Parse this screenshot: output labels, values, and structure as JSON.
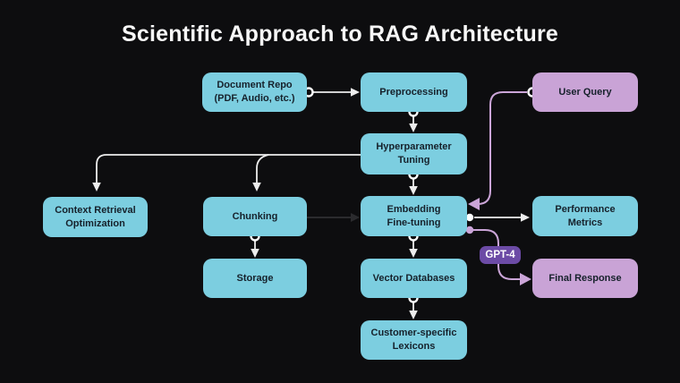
{
  "title": "Scientific Approach to RAG Architecture",
  "badge": {
    "label": "GPT-4"
  },
  "colors": {
    "background": "#0d0d0f",
    "node_cyan": "#7ccee0",
    "node_purple": "#c9a3d6",
    "badge_purple": "#6c4ba6",
    "wire_white": "#ededed",
    "wire_pink": "#cba5d8",
    "wire_dark": "#2b2b2e",
    "node_text": "#16212b",
    "title_text": "#f7f7f7"
  },
  "nodes": {
    "document_repo": {
      "label": "Document Repo\n(PDF, Audio, etc.)",
      "color": "cyan"
    },
    "preprocessing": {
      "label": "Preprocessing",
      "color": "cyan"
    },
    "user_query": {
      "label": "User Query",
      "color": "purple"
    },
    "hyperparameter_tuning": {
      "label": "Hyperparameter\nTuning",
      "color": "cyan"
    },
    "context_retrieval": {
      "label": "Context Retrieval\nOptimization",
      "color": "cyan"
    },
    "chunking": {
      "label": "Chunking",
      "color": "cyan"
    },
    "embedding_finetuning": {
      "label": "Embedding\nFine-tuning",
      "color": "cyan"
    },
    "performance_metrics": {
      "label": "Performance\nMetrics",
      "color": "cyan"
    },
    "storage": {
      "label": "Storage",
      "color": "cyan"
    },
    "vector_databases": {
      "label": "Vector Databases",
      "color": "cyan"
    },
    "final_response": {
      "label": "Final Response",
      "color": "purple"
    },
    "customer_lexicons": {
      "label": "Customer-specific\nLexicons",
      "color": "cyan"
    }
  },
  "edges": [
    {
      "from": "Document Repo (PDF, Audio, etc.)",
      "to": "Preprocessing",
      "style": "white-arrow"
    },
    {
      "from": "Preprocessing",
      "to": "Hyperparameter Tuning",
      "style": "white-arrow"
    },
    {
      "from": "Hyperparameter Tuning",
      "to": "Context Retrieval Optimization",
      "style": "white-arrow"
    },
    {
      "from": "Hyperparameter Tuning",
      "to": "Chunking",
      "style": "white-arrow"
    },
    {
      "from": "Hyperparameter Tuning",
      "to": "Embedding Fine-tuning",
      "style": "white-arrow"
    },
    {
      "from": "Chunking",
      "to": "Embedding Fine-tuning",
      "style": "dark-arrow"
    },
    {
      "from": "Chunking",
      "to": "Storage",
      "style": "white-arrow"
    },
    {
      "from": "User Query",
      "to": "Embedding Fine-tuning",
      "style": "pink-arrow"
    },
    {
      "from": "Embedding Fine-tuning",
      "to": "Performance Metrics",
      "style": "white-arrow"
    },
    {
      "from": "Embedding Fine-tuning",
      "to": "Final Response",
      "style": "pink-arrow",
      "label": "GPT-4"
    },
    {
      "from": "Embedding Fine-tuning",
      "to": "Vector Databases",
      "style": "white-arrow"
    },
    {
      "from": "Vector Databases",
      "to": "Customer-specific Lexicons",
      "style": "white-arrow"
    }
  ]
}
